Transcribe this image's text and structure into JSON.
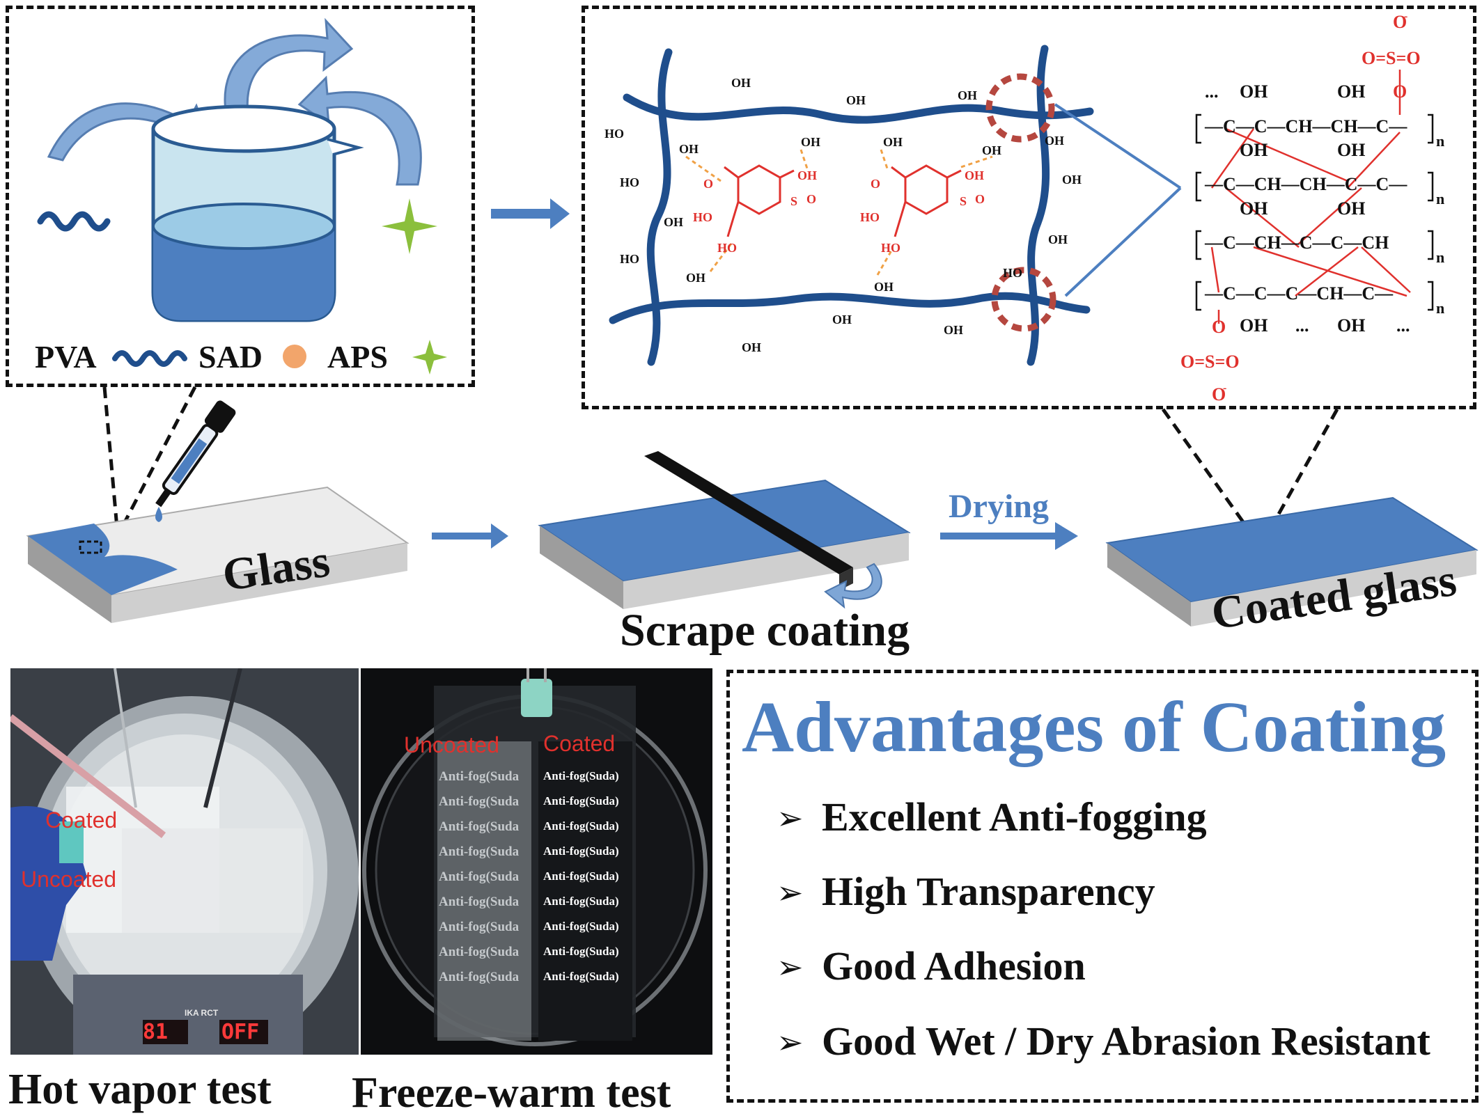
{
  "mixing": {
    "legend": [
      {
        "label": "PVA",
        "icon": "wave-icon",
        "color": "#1f4e8c"
      },
      {
        "label": "SAD",
        "icon": "circle-icon",
        "color": "#f2a56b"
      },
      {
        "label": "APS",
        "icon": "star-icon",
        "color": "#8bbf3c"
      }
    ]
  },
  "network": {
    "hydroxyl": "OH",
    "hydroxyl_rev": "HO",
    "sulfo": "O=S=O",
    "sad_groups": [
      "O",
      "HO",
      "OH",
      "S",
      "O"
    ]
  },
  "structure": {
    "rows": [
      [
        "C",
        "C",
        "CH",
        "CH",
        "C"
      ],
      [
        "C",
        "CH",
        "CH",
        "C",
        "C"
      ],
      [
        "C",
        "CH",
        "C",
        "C",
        "CH"
      ],
      [
        "C",
        "C",
        "C",
        "CH",
        "C"
      ]
    ],
    "top_labels": [
      "OH",
      "OH"
    ],
    "mid_labels": [
      "OH",
      "OH",
      "OH",
      "OH"
    ],
    "bottom_labels": [
      "OH",
      "OH"
    ],
    "subscript": "n",
    "ellipsis": "...",
    "sulfonate_top": [
      "O",
      "O=S=O",
      "O"
    ],
    "sulfonate_bottom": [
      "O",
      "O=S=O",
      "O"
    ],
    "minus": "-"
  },
  "process": {
    "step1": "Glass",
    "step2": "Scrape coating",
    "drying": "Drying",
    "step3": "Coated glass"
  },
  "tests": {
    "hot": {
      "caption": "Hot vapor test",
      "coated": "Coated",
      "uncoated": "Uncoated",
      "display": "81",
      "display2": "OFF",
      "brand": "IKA RCT"
    },
    "freeze": {
      "caption": "Freeze-warm test",
      "uncoated": "Uncoated",
      "coated": "Coated",
      "stamp_left": "Anti-fog(Suda",
      "stamp_right": "Anti-fog(Suda)"
    }
  },
  "advantages": {
    "title": "Advantages of Coating",
    "items": [
      "Excellent Anti-fogging",
      "High Transparency",
      "Good Adhesion",
      "Good Wet / Dry Abrasion Resistant"
    ]
  },
  "colors": {
    "blue": "#4d7fc0",
    "dark_blue": "#1f4e8c",
    "red": "#e0312d",
    "light_blue": "#8fc3dc"
  }
}
